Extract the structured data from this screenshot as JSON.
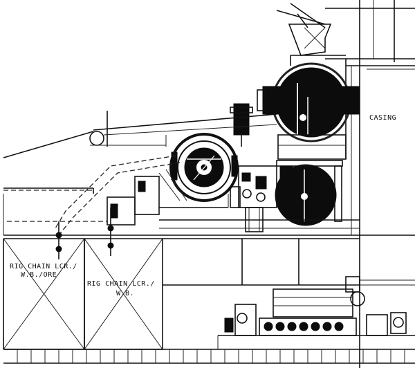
{
  "labels": {
    "casing": "CASING",
    "chain_locker_1_line1": "RIG CHAIN LCR./",
    "chain_locker_1_line2": "W.B./ORE",
    "chain_locker_2_line1": "RIG CHAIN LCR./",
    "chain_locker_2_line2": "W.B."
  }
}
